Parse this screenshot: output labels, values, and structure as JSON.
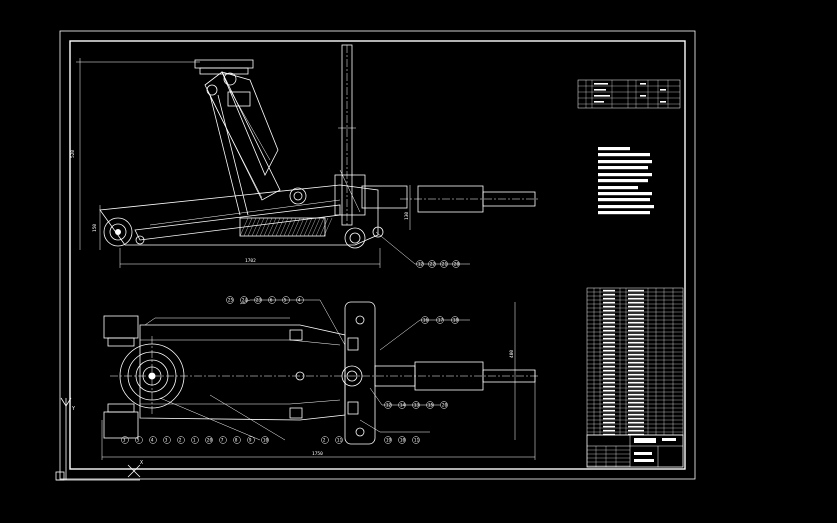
{
  "drawing": {
    "side_view": {
      "dim_length": "1702",
      "dim_height_left": "520",
      "dim_height_right": "130",
      "dim_wheel": "150",
      "balloons": [
        "12",
        "22",
        "21",
        "20"
      ]
    },
    "top_view": {
      "dim_length": "1750",
      "dim_width": "400",
      "balloons_top": [
        "25",
        "24",
        "23",
        "6",
        "5",
        "4"
      ],
      "balloons_right_top": [
        "16",
        "17",
        "18"
      ],
      "balloons_right_mid": [
        "12",
        "14",
        "13",
        "15",
        "20"
      ],
      "balloons_right_low": [
        "19",
        "10",
        "11"
      ],
      "balloons_bottom": [
        "3",
        "5",
        "4",
        "3",
        "2",
        "1",
        "20",
        "7",
        "8",
        "9",
        "10"
      ],
      "balloons_center": [
        "2",
        "11"
      ]
    },
    "ucs_icon": {
      "x_label": "X",
      "y_label": "Y"
    }
  }
}
